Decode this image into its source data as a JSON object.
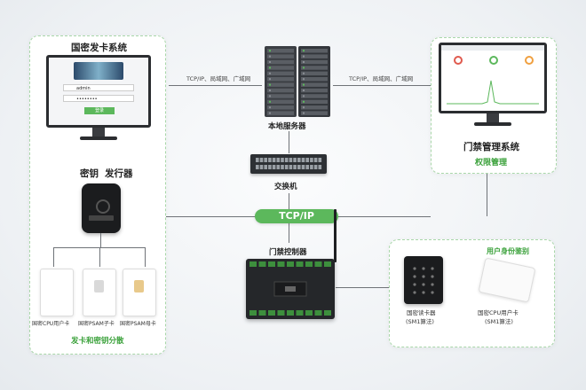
{
  "left_panel": {
    "title": "国密发卡系统",
    "login": {
      "username": "admin",
      "password": "••••••••",
      "button": "登录"
    },
    "issuer_label_1": "密钥",
    "issuer_label_2": "发行器",
    "cards": [
      "国密CPU用户卡",
      "国密PSAM子卡",
      "国密PSAM母卡"
    ],
    "footer": "发卡和密钥分散"
  },
  "links": {
    "left_net": "TCP/IP、局域网、广域网",
    "right_net": "TCP/IP、局域网、广域网",
    "tcpip": "TCP/IP"
  },
  "center": {
    "server_label": "本地服务器",
    "switch_label": "交换机",
    "controller_label": "门禁控制器"
  },
  "right_panel": {
    "title": "门禁管理系统",
    "subtitle": "权限管理"
  },
  "identity_panel": {
    "title": "用户身份鉴别",
    "reader_label_1": "国密读卡器",
    "reader_label_2": "(SM1算法)",
    "card_label_1": "国密CPU用户卡",
    "card_label_2": "(SM1算法)"
  },
  "colors": {
    "accent": "#3aa13a",
    "tcp_bar": "#5cb85c"
  }
}
